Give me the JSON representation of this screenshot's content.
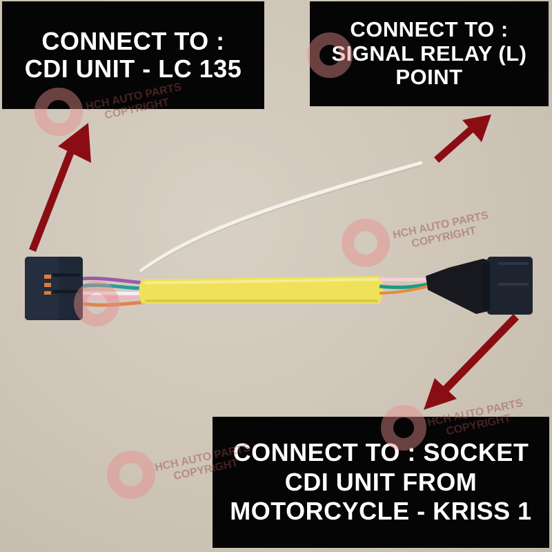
{
  "labels": {
    "cdi_unit": {
      "lines": [
        "CONNECT TO :",
        "CDI UNIT - LC 135"
      ]
    },
    "signal_relay": {
      "lines": [
        "CONNECT TO :",
        "SIGNAL RELAY (L)",
        "POINT"
      ]
    },
    "socket": {
      "lines": [
        "CONNECT TO : SOCKET",
        "CDI UNIT FROM",
        "MOTORCYCLE - KRISS 1"
      ]
    }
  },
  "watermark": {
    "line1": "HCH AUTO PARTS",
    "line2": "COPYRIGHT",
    "symbol": "C"
  },
  "colors": {
    "arrow": "#8b0d14",
    "sleeve": "#f0e05a",
    "connector": "#1d2430",
    "label_bg": "#050505"
  }
}
